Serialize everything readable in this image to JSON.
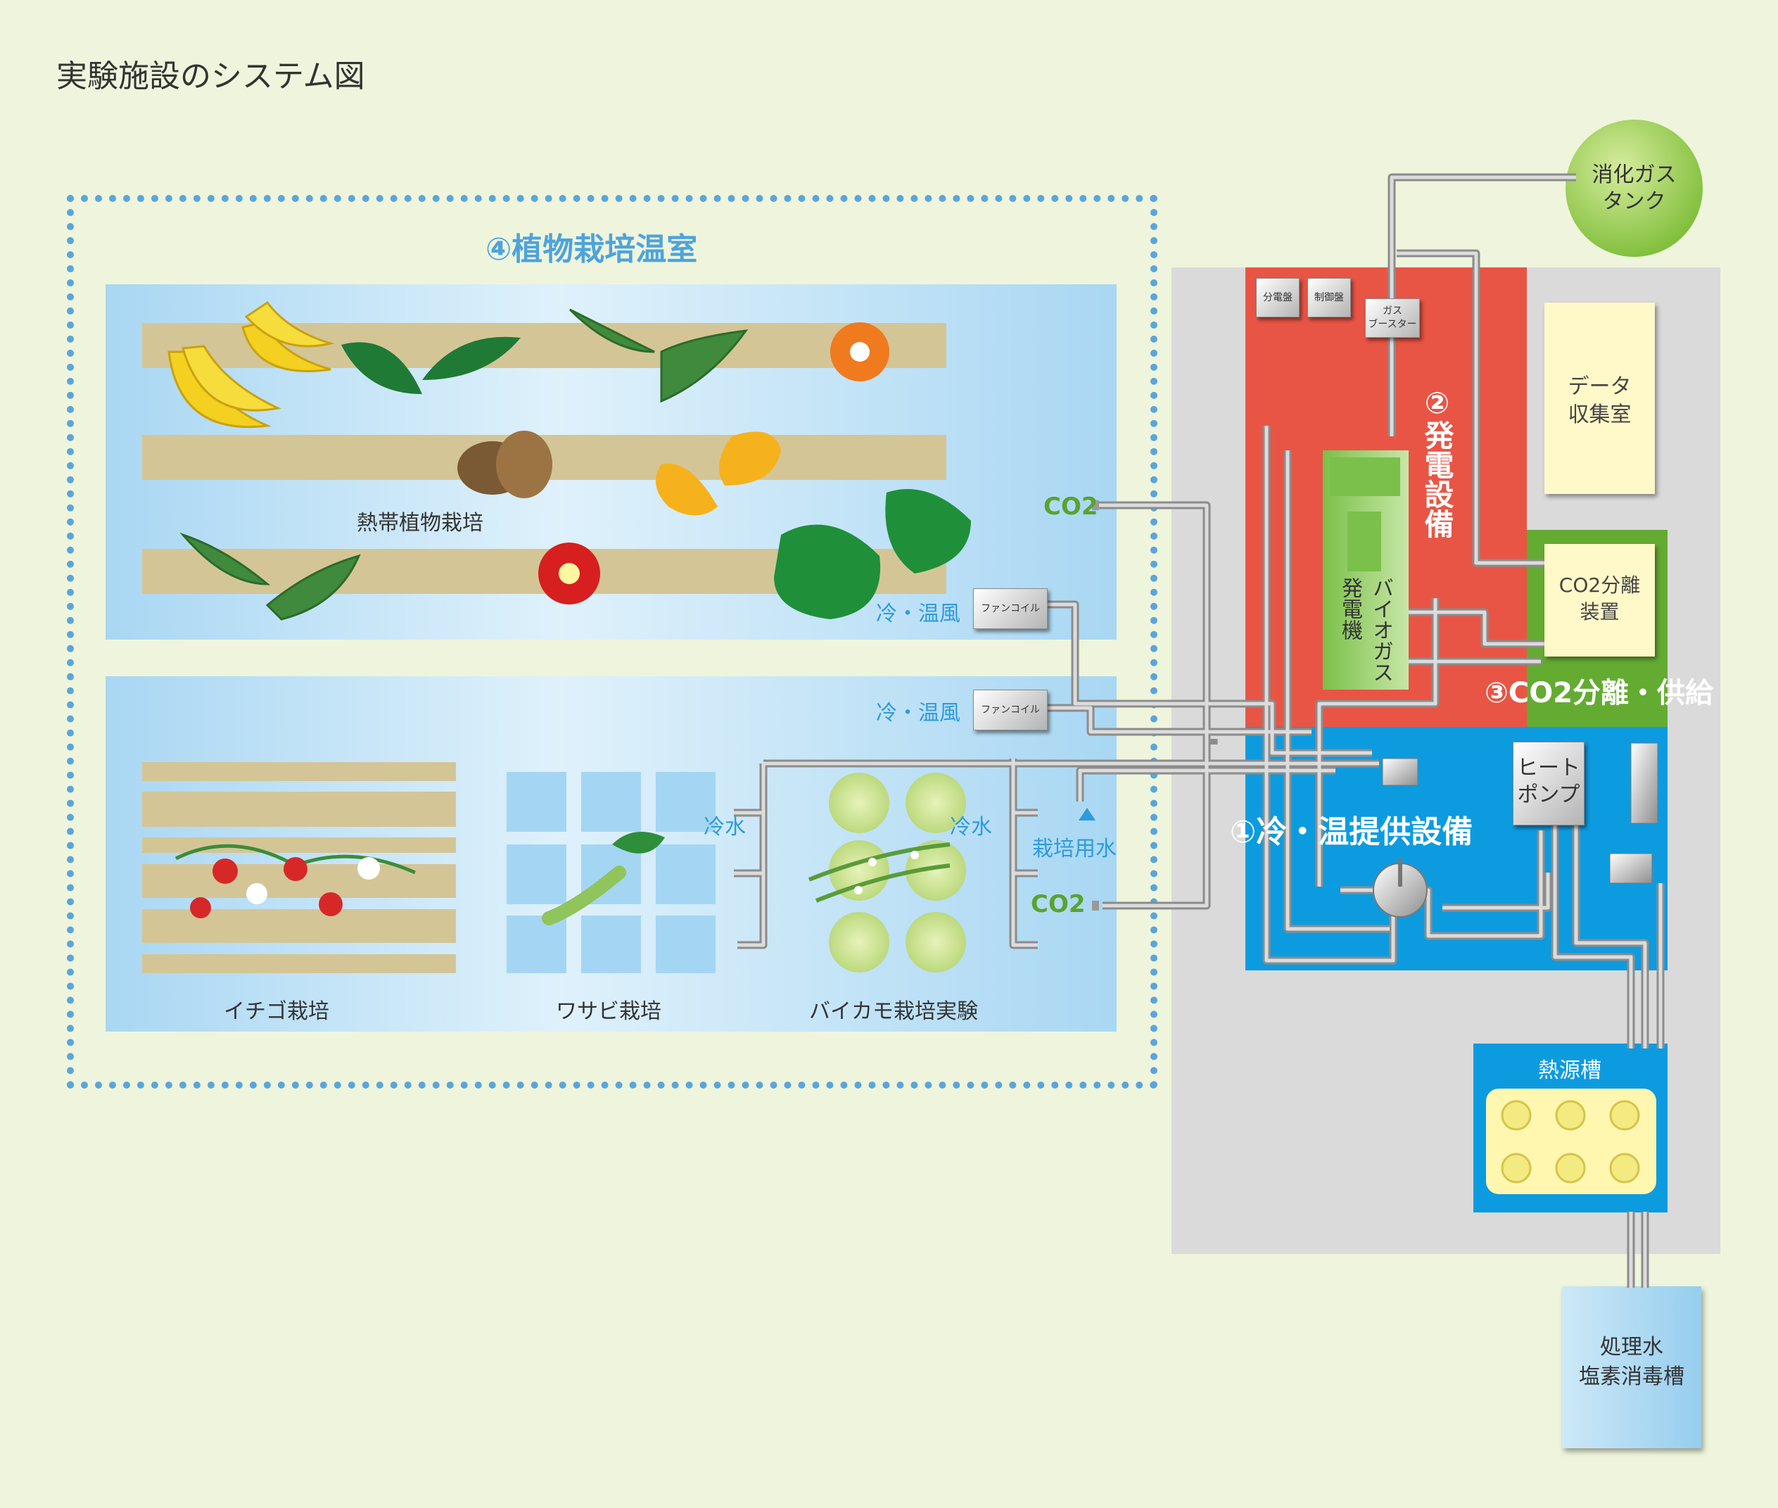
{
  "title": "実験施設のシステム図",
  "greenhouse": {
    "title": "④植物栽培温室",
    "tropical_label": "熱帯植物栽培",
    "strawberry_label": "イチゴ栽培",
    "wasabi_label": "ワサビ栽培",
    "baikamo_label": "バイカモ栽培実験"
  },
  "flows": {
    "co2_top": "CO2",
    "co2_bottom": "CO2",
    "air_top": "冷・温風",
    "air_bottom": "冷・温風",
    "cold_water_left": "冷水",
    "cold_water_right": "冷水",
    "cultivation_water": "栽培用水"
  },
  "units": {
    "fancoil_top": "ファンコイル",
    "fancoil_bottom": "ファンコイル",
    "distribution_board": "分電盤",
    "control_board": "制御盤",
    "gas_booster": "ガス\nブースター",
    "heat_pump": "ヒート\nポンプ",
    "data_room": "データ\n収集室",
    "co2_separator": "CO2分離\n装置",
    "biogas_generator_a": "バイオガス",
    "biogas_generator_b": "発電機",
    "gas_tank": "消化ガス\nタンク",
    "heat_source_tank": "熱源槽",
    "chlorine_tank": "処理水\n塩素消毒槽"
  },
  "zones": {
    "power": "②発電設備",
    "co2_supply": "③CO2分離・供給",
    "heat_supply": "①冷・温提供設備"
  },
  "colors": {
    "background": "#eef5dc",
    "power_zone": "#e85545",
    "heat_zone": "#0d9be0",
    "co2_zone": "#64ab32",
    "frame": "#5aa5db"
  }
}
